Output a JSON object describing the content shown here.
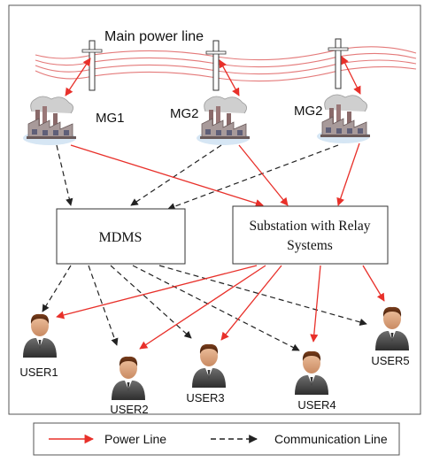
{
  "title": "Main power line",
  "microgrids": [
    {
      "label": "MG1"
    },
    {
      "label": "MG2"
    },
    {
      "label": "MG2"
    }
  ],
  "boxes": {
    "mdms": "MDMS",
    "substation_line1": "Substation with Relay",
    "substation_line2": "Systems"
  },
  "users": [
    {
      "label": "USER1"
    },
    {
      "label": "USER2"
    },
    {
      "label": "USER3"
    },
    {
      "label": "USER4"
    },
    {
      "label": "USER5"
    }
  ],
  "legend": {
    "power": "Power Line",
    "communication": "Communication Line"
  },
  "colors": {
    "power": "#e8302a",
    "communication": "#222222",
    "powerline": "#e47a7a"
  }
}
